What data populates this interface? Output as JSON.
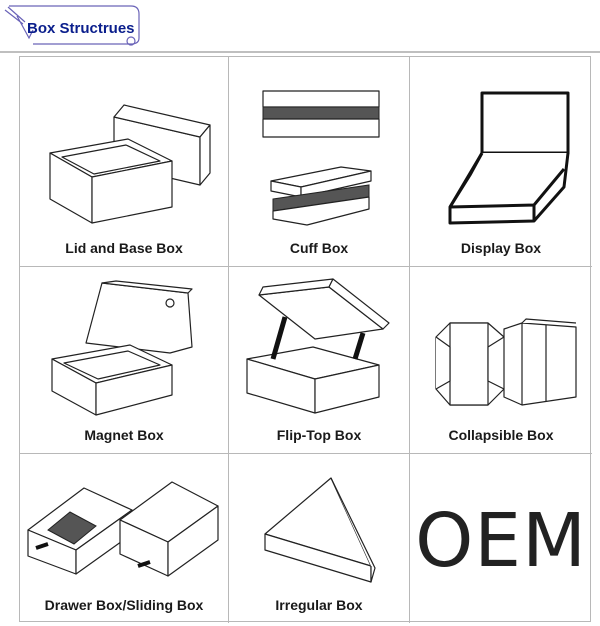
{
  "header": {
    "title": "Box Structrues"
  },
  "boxes": [
    {
      "label": "Lid and Base Box",
      "icon": "lid-base-box-icon"
    },
    {
      "label": "Cuff Box",
      "icon": "cuff-box-icon"
    },
    {
      "label": "Display Box",
      "icon": "display-box-icon"
    },
    {
      "label": "Magnet Box",
      "icon": "magnet-box-icon"
    },
    {
      "label": "Flip-Top Box",
      "icon": "flip-top-box-icon"
    },
    {
      "label": "Collapsible Box",
      "icon": "collapsible-box-icon"
    },
    {
      "label": "Drawer Box/Sliding Box",
      "icon": "drawer-box-icon"
    },
    {
      "label": "Irregular Box",
      "icon": "irregular-box-icon"
    },
    {
      "label": "",
      "icon": "oem-mark"
    }
  ],
  "oem_text": "OEM"
}
